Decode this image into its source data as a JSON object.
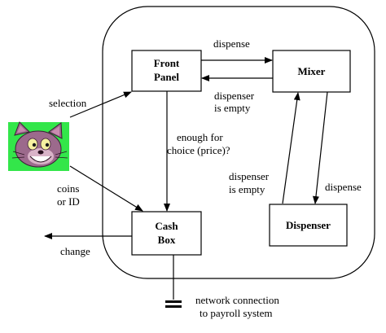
{
  "nodes": {
    "front_panel": {
      "line1": "Front",
      "line2": "Panel"
    },
    "mixer": {
      "label": "Mixer"
    },
    "cash_box": {
      "line1": "Cash",
      "line2": "Box"
    },
    "dispenser": {
      "label": "Dispenser"
    }
  },
  "edges": {
    "dispense_top": "dispense",
    "dispenser_empty_top": {
      "line1": "dispenser",
      "line2": "is empty"
    },
    "selection": "selection",
    "enough": {
      "line1": "enough for",
      "line2": "choice (price)?"
    },
    "dispenser_empty_right": {
      "line1": "dispenser",
      "line2": "is empty"
    },
    "dispense_right": "dispense",
    "coins": {
      "line1": "coins",
      "line2": "or ID"
    },
    "change": "change",
    "network": {
      "line1": "network connection",
      "line2": "to payroll system"
    }
  },
  "colors": {
    "cat_background": "#33e64a",
    "cat_fur": "#9c6a8c",
    "cat_ear": "#c98bb0"
  },
  "icons": {
    "user": "cartoon-cat-icon"
  }
}
